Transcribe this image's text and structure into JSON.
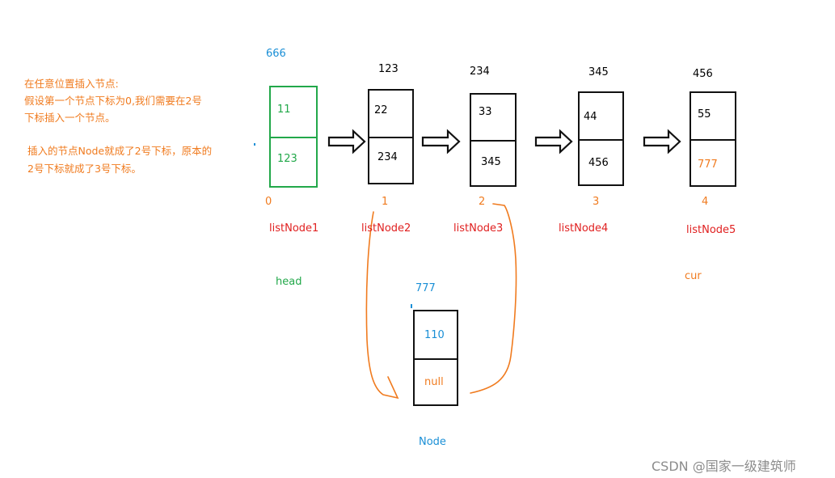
{
  "notes": {
    "line1": "在任意位置插入节点:",
    "line2": "假设第一个节点下标为0,我们需要在2号",
    "line3": "下标插入一个节点。",
    "line4": "插入的节点Node就成了2号下标，原本的",
    "line5": "2号下标就成了3号下标。"
  },
  "nodes": [
    {
      "addr": "666",
      "val": "11",
      "next": "123",
      "index": "0",
      "name": "listNode1"
    },
    {
      "addr": "123",
      "val": "22",
      "next": "234",
      "index": "1",
      "name": "listNode2"
    },
    {
      "addr": "234",
      "val": "33",
      "next": "345",
      "index": "2",
      "name": "listNode3"
    },
    {
      "addr": "345",
      "val": "44",
      "next": "456",
      "index": "3",
      "name": "listNode4"
    },
    {
      "addr": "456",
      "val": "55",
      "next": "777",
      "index": "4",
      "name": "listNode5"
    }
  ],
  "head_label": "head",
  "cur_label": "cur",
  "new_node": {
    "addr": "777",
    "val": "110",
    "next": "null",
    "name": "Node"
  },
  "watermark": "CSDN @国家一级建筑师",
  "colors": {
    "orange": "#f07b1f",
    "red": "#e02020",
    "green": "#22a84a",
    "blue": "#1a8fd6"
  }
}
